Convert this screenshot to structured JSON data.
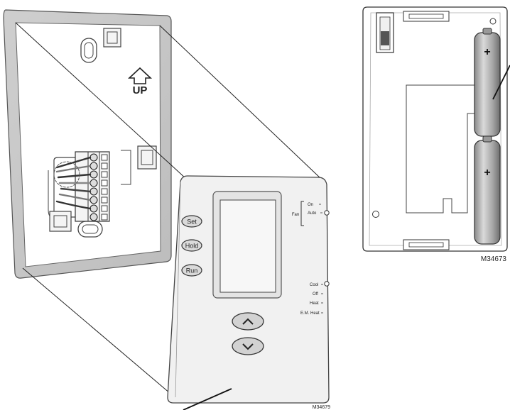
{
  "wallplate": {
    "up_label": "UP"
  },
  "thermostat": {
    "buttons": {
      "set": "Set",
      "hold": "Hold",
      "run": "Run"
    },
    "fan": {
      "title": "Fan",
      "on": "On",
      "auto": "Auto"
    },
    "system": {
      "cool": "Cool",
      "off": "Off",
      "heat": "Heat",
      "em_heat": "E.M. Heat"
    },
    "figure_code": "M34679"
  },
  "back_view": {
    "figure_code": "M34673",
    "battery_sign_top": "+",
    "battery_sign_bottom": "+"
  }
}
